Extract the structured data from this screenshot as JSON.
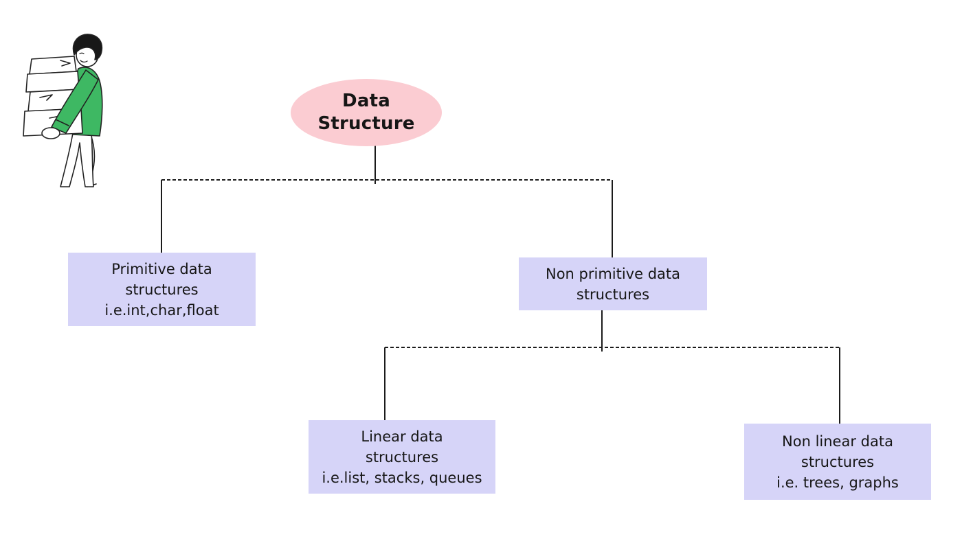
{
  "diagram": {
    "root": {
      "lines": [
        "Data",
        "Structure"
      ]
    },
    "nodes": {
      "primitive": {
        "lines": [
          "Primitive data",
          "structures",
          "i.e.int,char,float"
        ]
      },
      "non_primitive": {
        "lines": [
          "Non primitive data",
          "structures"
        ]
      },
      "linear": {
        "lines": [
          "Linear data",
          "structures",
          "i.e.list, stacks, queues"
        ]
      },
      "non_linear": {
        "lines": [
          "Non linear data",
          "structures",
          "i.e. trees, graphs"
        ]
      }
    }
  },
  "colors": {
    "background": "#ffffff",
    "root_fill": "#fbccd2",
    "node_fill": "#d6d4f8",
    "text": "#161616",
    "connector_line": "#1b1b1b",
    "illustration_shirt_green": "#3eb863",
    "illustration_hair_black": "#181818"
  },
  "icons": {
    "person_illustration": "person-carrying-stack-of-boxes"
  }
}
